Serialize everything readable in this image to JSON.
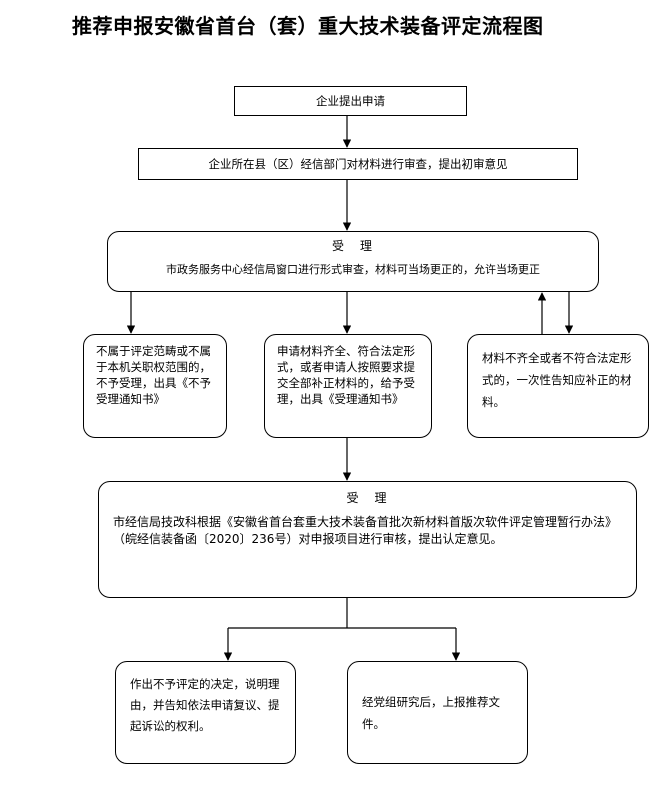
{
  "title": "推荐申报安徽省首台（套）重大技术装备评定流程图",
  "steps": {
    "apply": "企业提出申请",
    "county_review": "企业所在县（区）经信部门对材料进行审查，提出初审意见",
    "accept1": {
      "heading": "受　理",
      "text": "市政务服务中心经信局窗口进行形式审查，材料可当场更正的，允许当场更正"
    },
    "reject": "不属于评定范畴或不属于本机关职权范围的，不予受理，出具《不予受理通知书》",
    "accepted": "申请材料齐全、符合法定形式，或者申请人按照要求提交全部补正材料的，给予受理，出具《受理通知书》",
    "incomplete": "材料不齐全或者不符合法定形式的，一次性告知应补正的材料。",
    "accept2": {
      "heading": "受　理",
      "text": "市经信局技改科根据《安徽省首台套重大技术装备首批次新材料首版次软件评定管理暂行办法》（皖经信装备函〔2020〕236号）对申报项目进行审核，提出认定意见。"
    },
    "not_granted": "作出不予评定的决定，说明理由，并告知依法申请复议、提起诉讼的权利。",
    "report": "经党组研究后，上报推荐文件。"
  }
}
